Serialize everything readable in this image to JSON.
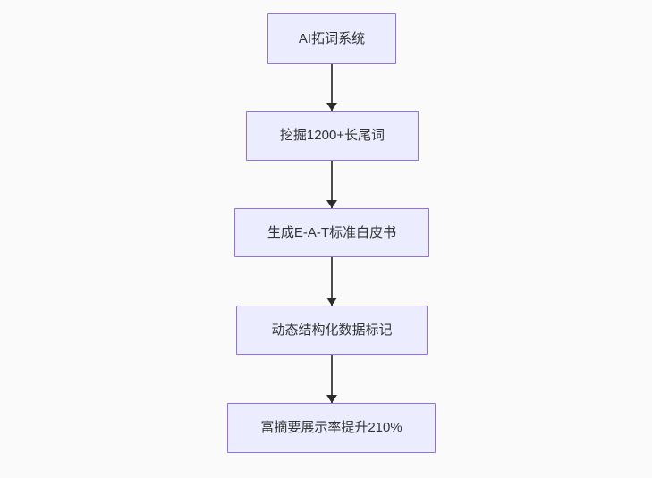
{
  "diagram": {
    "type": "flowchart-top-down",
    "background_color": "#fafafa",
    "node_fill_color": "#ececff",
    "node_border_color": "#9370db",
    "text_color": "#333333",
    "arrow_color": "#333333",
    "nodes": [
      {
        "id": "n1",
        "label": "AI拓词系统"
      },
      {
        "id": "n2",
        "label": "挖掘1200+长尾词"
      },
      {
        "id": "n3",
        "label": "生成E-A-T标准白皮书"
      },
      {
        "id": "n4",
        "label": "动态结构化数据标记"
      },
      {
        "id": "n5",
        "label": "富摘要展示率提升210%"
      }
    ],
    "edges": [
      {
        "from": "n1",
        "to": "n2"
      },
      {
        "from": "n2",
        "to": "n3"
      },
      {
        "from": "n3",
        "to": "n4"
      },
      {
        "from": "n4",
        "to": "n5"
      }
    ]
  }
}
